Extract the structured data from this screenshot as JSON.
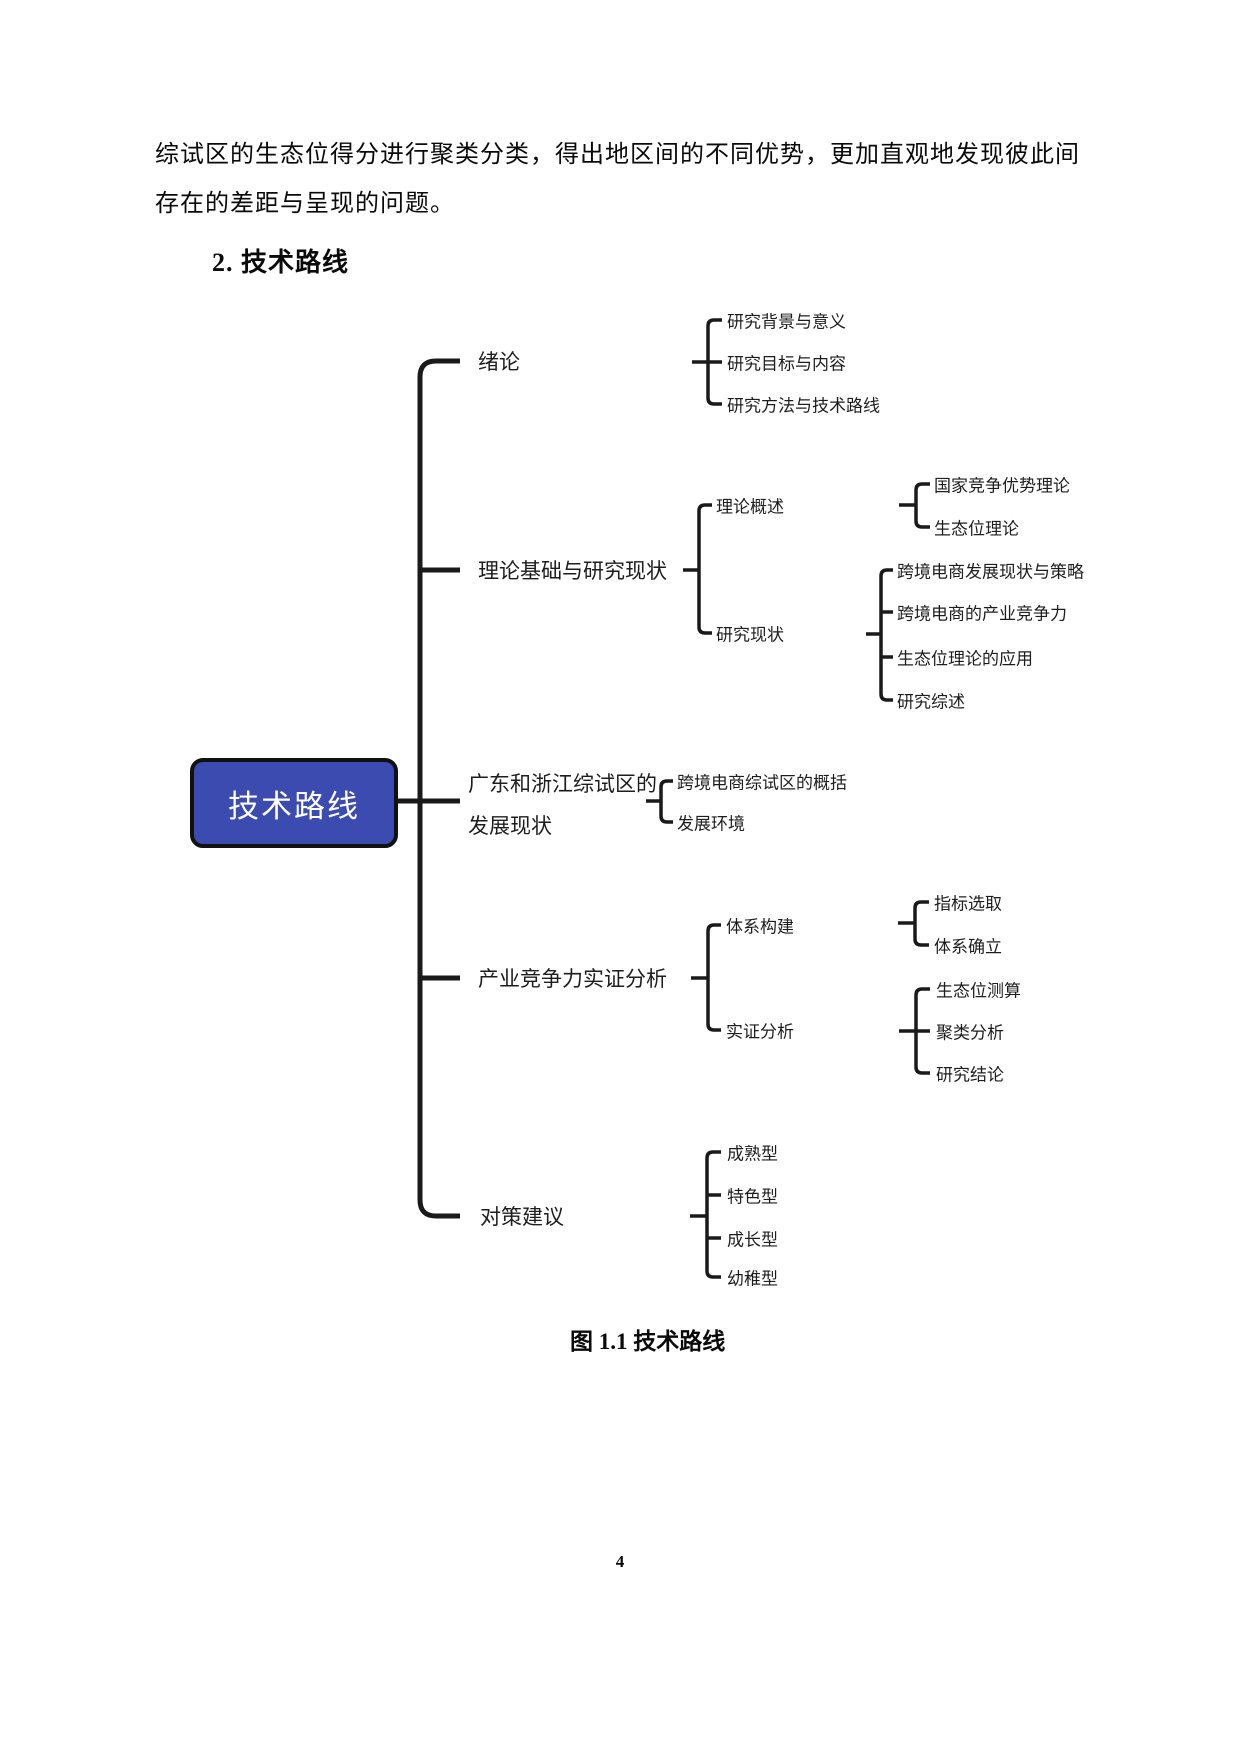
{
  "document": {
    "paragraph_lines": [
      "综试区的生态位得分进行聚类分类，得出地区间的不同优势，更加直观地发现彼此间",
      "存在的差距与呈现的问题。"
    ],
    "section_heading": "2. 技术路线",
    "figure_caption": "图 1.1  技术路线",
    "page_number": "4"
  },
  "diagram": {
    "root": {
      "label": "技术路线",
      "fill_color": "#3b4bb0",
      "border_color": "#111111",
      "text_color": "#ffffff"
    },
    "line_color": "#1a1a1a",
    "branches": [
      {
        "label": "绪论",
        "children": [
          {
            "label": "研究背景与意义"
          },
          {
            "label": "研究目标与内容"
          },
          {
            "label": "研究方法与技术路线"
          }
        ]
      },
      {
        "label": "理论基础与研究现状",
        "children": [
          {
            "label": "理论概述",
            "children": [
              {
                "label": "国家竞争优势理论"
              },
              {
                "label": "生态位理论"
              }
            ]
          },
          {
            "label": "研究现状",
            "children": [
              {
                "label": "跨境电商发展现状与策略"
              },
              {
                "label": "跨境电商的产业竞争力"
              },
              {
                "label": "生态位理论的应用"
              },
              {
                "label": "研究综述"
              }
            ]
          }
        ]
      },
      {
        "label": "广东和浙江综试区的发展现状",
        "children": [
          {
            "label": "跨境电商综试区的概括"
          },
          {
            "label": "发展环境"
          }
        ]
      },
      {
        "label": "产业竞争力实证分析",
        "children": [
          {
            "label": "体系构建",
            "children": [
              {
                "label": "指标选取"
              },
              {
                "label": "体系确立"
              }
            ]
          },
          {
            "label": "实证分析",
            "children": [
              {
                "label": "生态位测算"
              },
              {
                "label": "聚类分析"
              },
              {
                "label": "研究结论"
              }
            ]
          }
        ]
      },
      {
        "label": "对策建议",
        "children": [
          {
            "label": "成熟型"
          },
          {
            "label": "特色型"
          },
          {
            "label": "成长型"
          },
          {
            "label": "幼稚型"
          }
        ]
      }
    ]
  }
}
